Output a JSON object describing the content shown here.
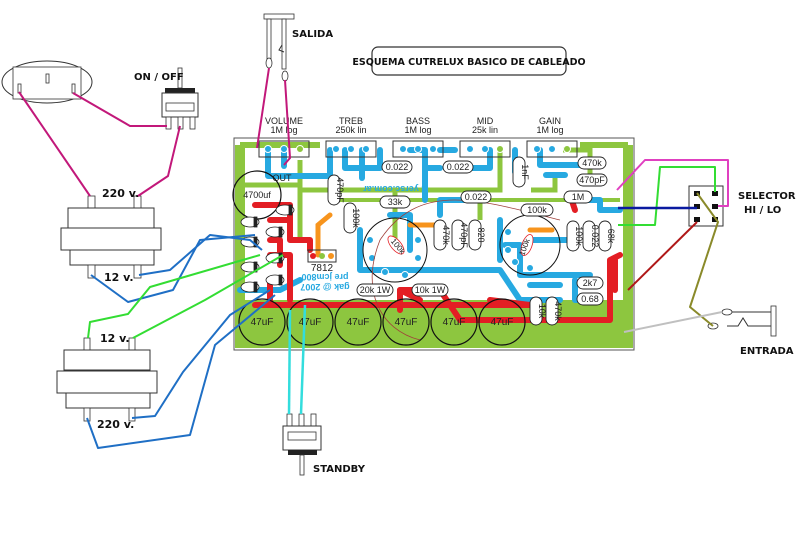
{
  "title": "ESQUEMA CUTRELUX BASICO DE CABLEADO",
  "labels": {
    "salida": "SALIDA",
    "on_off": "ON / OFF",
    "selector": "SELECTOR",
    "selector_mode": "HI / LO",
    "entrada": "ENTRADA",
    "standby": "STANDBY",
    "top_transformer_primary": "220 v.",
    "top_transformer_secondary": "12 v.",
    "bottom_transformer_secondary": "12 v.",
    "bottom_transformer_primary": "220 v."
  },
  "pots": [
    {
      "name": "VOLUME",
      "value": "1M log"
    },
    {
      "name": "TREB",
      "value": "250k lin"
    },
    {
      "name": "BASS",
      "value": "1M log"
    },
    {
      "name": "MID",
      "value": "25k lin"
    },
    {
      "name": "GAIN",
      "value": "1M log"
    }
  ],
  "board": {
    "out_label": "OUT",
    "regulator": "7812",
    "mirrored_credit_1": "d yersc.com.ar",
    "mirrored_credit_2": "pre jcm800",
    "mirrored_credit_3": "gak @ 2007",
    "big_cap": "4700uf",
    "filter_caps": [
      "47uF",
      "47uF",
      "47uF",
      "47uF",
      "47uF",
      "47uF"
    ],
    "components": {
      "c_0022_a": "0.022",
      "c_0022_b": "0.022",
      "c_0022_c": "0.022",
      "c_0022_d": "0.022",
      "c_470pF_treb": "470pF",
      "r_33k": "33k",
      "r_100k_a": "100k",
      "r_100k_b": "100k",
      "r_100k_c": "100k",
      "c_1nF": "1nF",
      "r_470k_a": "470k",
      "c_470pF_gain": "470pF",
      "r_1M": "1M",
      "r_470k_b": "470k",
      "c_470pF_b": "470pF",
      "r_820": "820",
      "r_68k": "68k",
      "r_2k7": "2k7",
      "r_068": "0.68",
      "r_10k": "10k",
      "r_470k_c": "470k",
      "r_20k_1W": "20k 1W",
      "r_10k_1W": "10k 1W",
      "tube_r_a": "100k",
      "tube_r_b": "100k"
    }
  },
  "colors": {
    "board_green": "#8dc63f",
    "trace_blue": "#27a9e1",
    "trace_red": "#e31e24",
    "trace_orange": "#f7941d",
    "wire_magenta": "#c2187a",
    "wire_pink": "#e040c0",
    "wire_blue": "#1f6fc5",
    "wire_green": "#33dd33",
    "wire_cyan": "#33dddd",
    "wire_darkred": "#b01818",
    "wire_olive": "#8a8a2a",
    "wire_grey": "#c0c0c0",
    "wire_navy": "#0a1aa0"
  }
}
